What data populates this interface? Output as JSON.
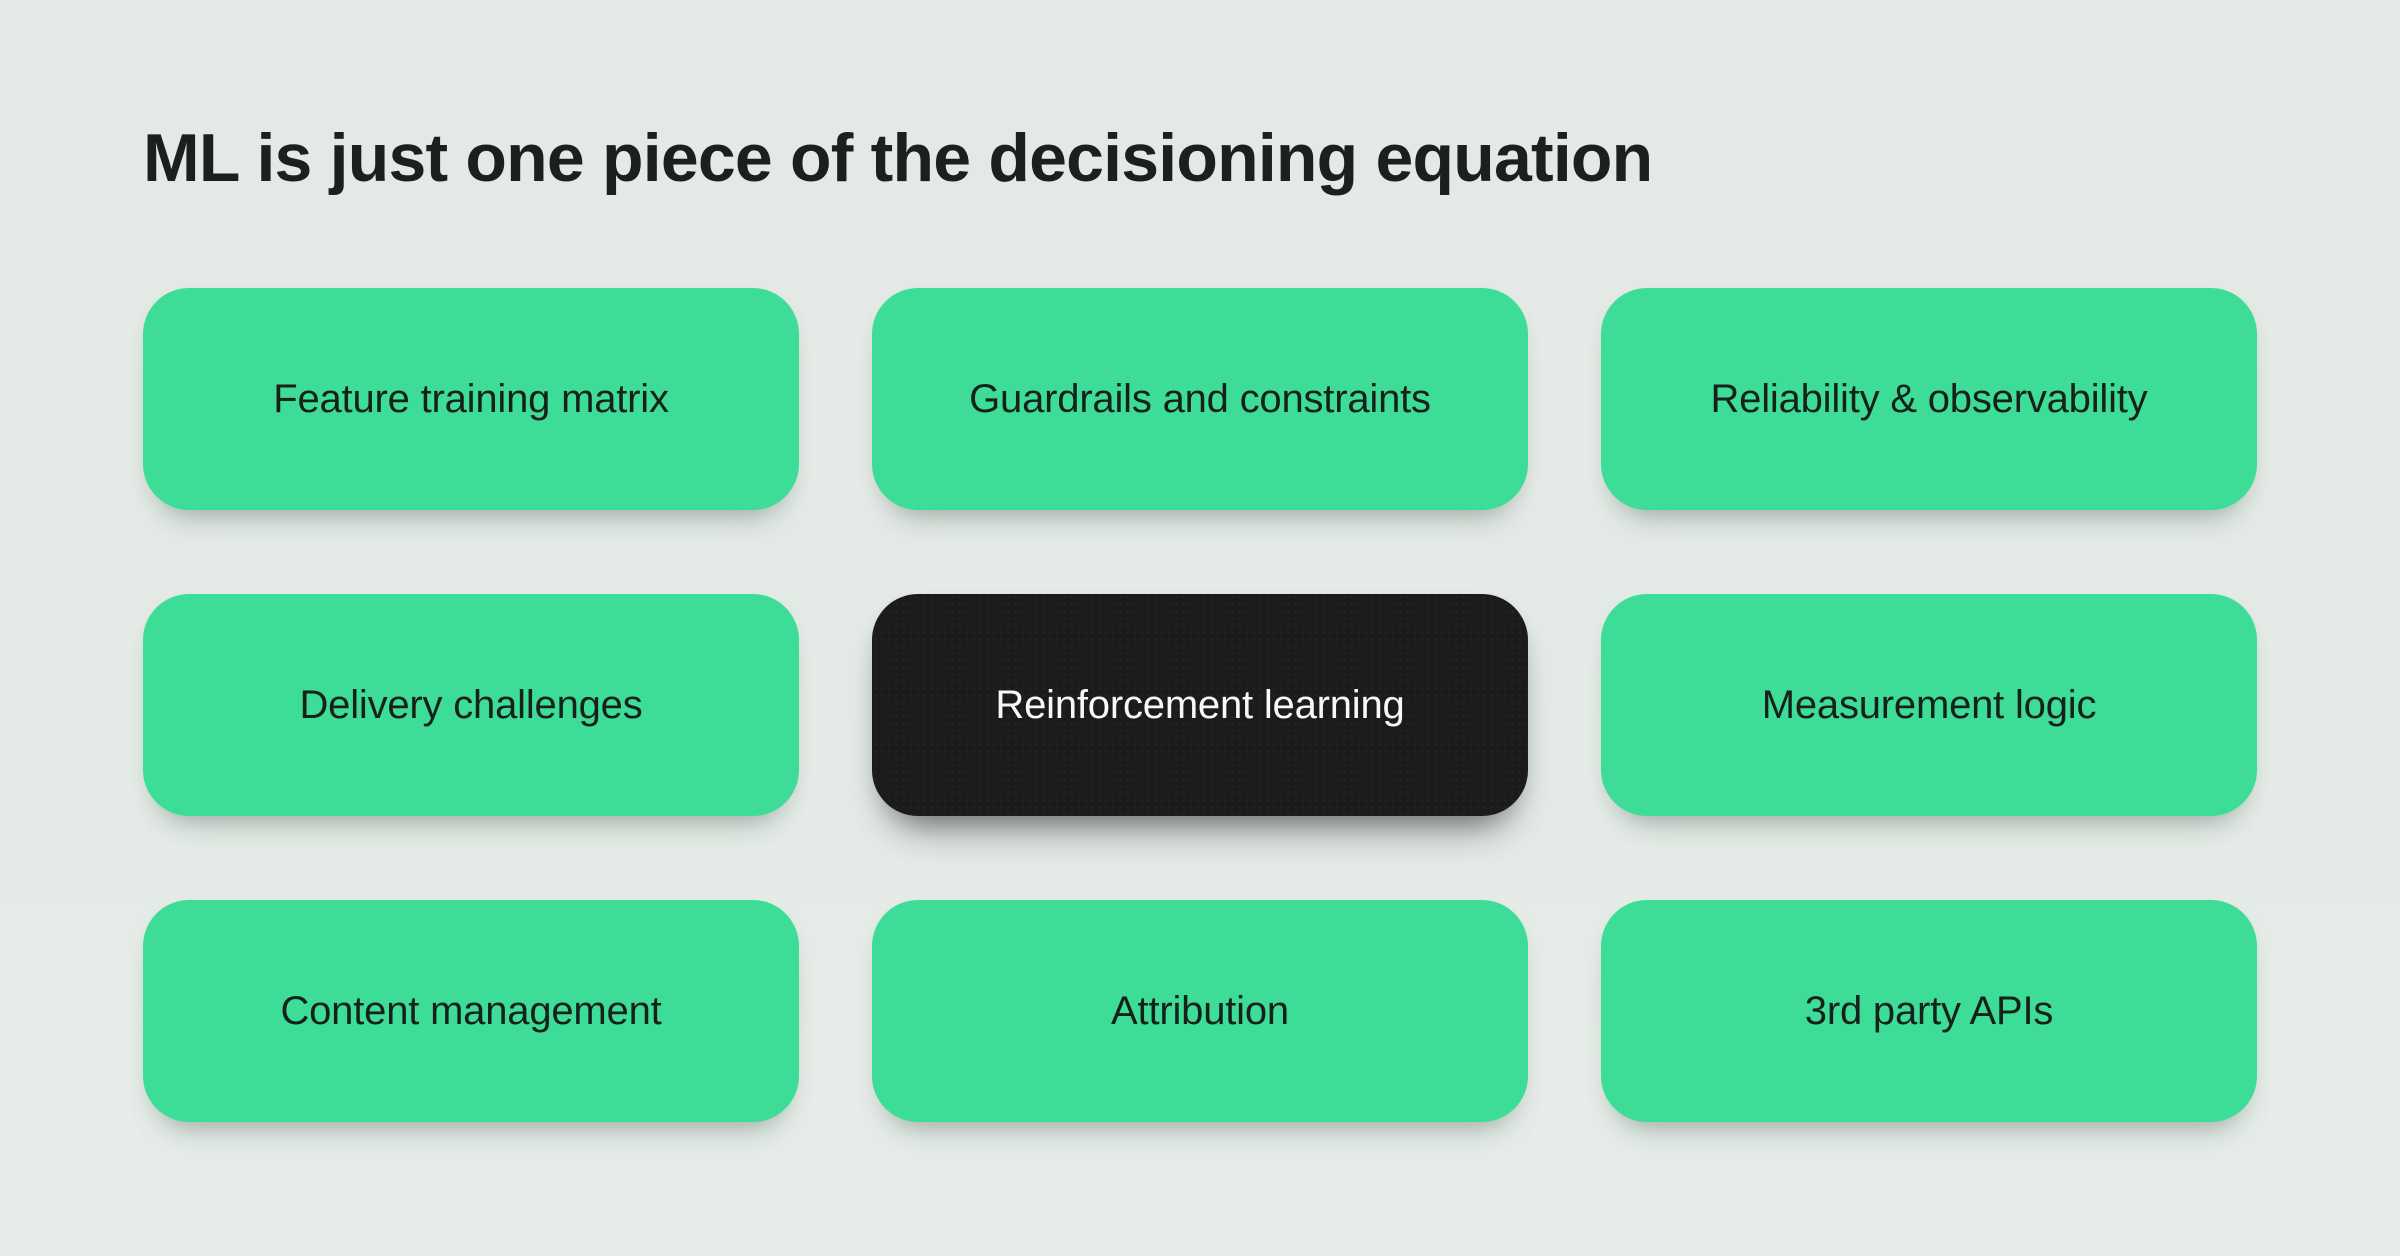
{
  "slide": {
    "title": "ML is just one piece of the decisioning equation"
  },
  "grid": {
    "cards": [
      {
        "label": "Feature training matrix",
        "variant": "green"
      },
      {
        "label": "Guardrails and constraints",
        "variant": "green"
      },
      {
        "label": "Reliability & observability",
        "variant": "green"
      },
      {
        "label": "Delivery challenges",
        "variant": "green"
      },
      {
        "label": "Reinforcement learning",
        "variant": "dark"
      },
      {
        "label": "Measurement logic",
        "variant": "green"
      },
      {
        "label": "Content management",
        "variant": "green"
      },
      {
        "label": "Attribution",
        "variant": "green"
      },
      {
        "label": "3rd party APIs",
        "variant": "green"
      }
    ]
  },
  "colors": {
    "background": "#e4eae6",
    "card_green": "#3edd97",
    "card_dark": "#1b1b1b",
    "text_dark": "#16211b",
    "text_light": "#f7f8f7",
    "title": "#1c1f1d"
  }
}
